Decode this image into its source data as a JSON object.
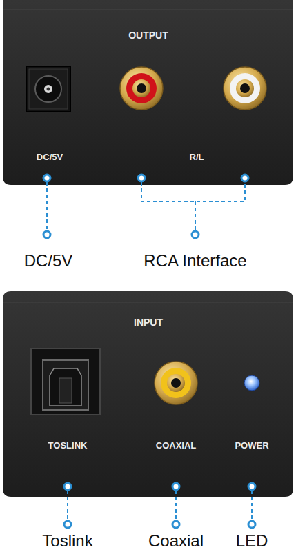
{
  "diagram": {
    "nodes": [
      {
        "text": [
          "OUTPUT",
          "DC/5V",
          "R/L"
        ]
      },
      {
        "text": [
          "INPUT",
          "TOSLINK",
          "COAXIAL",
          "POWER"
        ]
      }
    ],
    "labels": [
      "DC/5V",
      "RCA Interface",
      "Toslink",
      "Coaxial",
      "LED"
    ]
  }
}
